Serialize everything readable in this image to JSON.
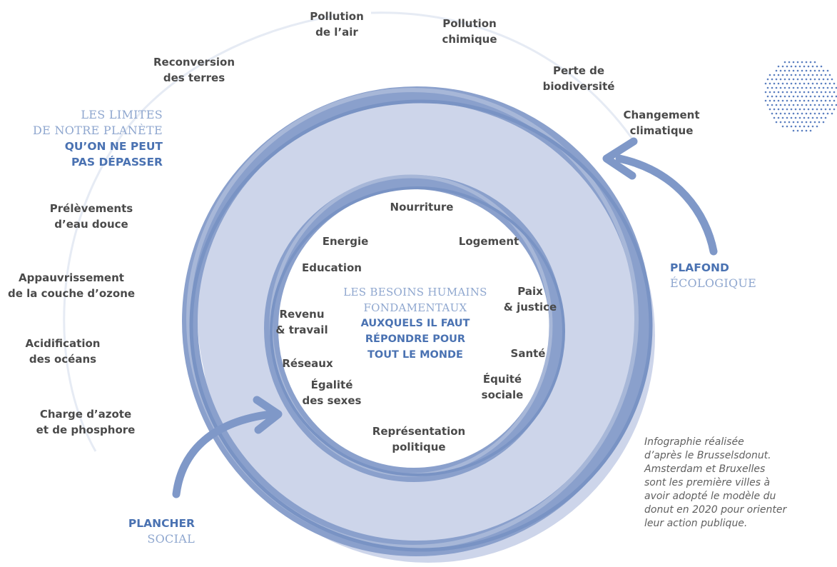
{
  "colors": {
    "ring_light": "#cdd5ea",
    "ring_stroke": "#8aa0cc",
    "accent_dark": "#4a72b2",
    "accent_light": "#8fa7cf",
    "label_text": "#4a4a4a",
    "note_text": "#606060",
    "dots": "#5b7fc0"
  },
  "outer_labels": {
    "pollution_air": [
      "Pollution",
      "de l’air"
    ],
    "pollution_chimique": [
      "Pollution",
      "chimique"
    ],
    "perte_biodiversite": [
      "Perte de",
      "biodiversité"
    ],
    "changement_climatique": [
      "Changement",
      "climatique"
    ],
    "reconversion_terres": [
      "Reconversion",
      "des terres"
    ],
    "prelevements_eau": [
      "Prélèvements",
      "d’eau douce"
    ],
    "ozone": [
      "Appauvrissement",
      "de la couche d’ozone"
    ],
    "acidification": [
      "Acidification",
      "des océans"
    ],
    "azote": [
      "Charge d’azote",
      "et de phosphore"
    ]
  },
  "limits_title": {
    "line1": "LES LIMITES",
    "line2": "DE NOTRE PLANÈTE",
    "line3": "QU’ON NE PEUT",
    "line4": "PAS DÉPASSER"
  },
  "plafond": {
    "strong": "PLAFOND",
    "light": "ÉCOLOGIQUE"
  },
  "plancher": {
    "strong": "PLANCHER",
    "light": "SOCIAL"
  },
  "center_title": {
    "line1": "LES BESOINS HUMAINS",
    "line2": "FONDAMENTAUX",
    "line3": "AUXQUELS IL FAUT",
    "line4": "RÉPONDRE POUR",
    "line5": "TOUT LE MONDE"
  },
  "inner_labels": {
    "nourriture": [
      "Nourriture"
    ],
    "energie": [
      "Energie"
    ],
    "logement": [
      "Logement"
    ],
    "education": [
      "Education"
    ],
    "paix": [
      "Paix",
      "& justice"
    ],
    "revenu": [
      "Revenu",
      "& travail"
    ],
    "sante": [
      "Santé"
    ],
    "reseaux": [
      "Réseaux"
    ],
    "equite": [
      "Équité",
      "sociale"
    ],
    "egalite": [
      "Égalité",
      "des sexes"
    ],
    "representation": [
      "Représentation",
      "politique"
    ]
  },
  "note": {
    "line1": "Infographie réalisée",
    "line2": "d’après le Brusselsdonut.",
    "line3": "Amsterdam et Bruxelles",
    "line4": "sont les première villes à",
    "line5": "avoir adopté le modèle du",
    "line6": "donut en 2020 pour orienter",
    "line7": "leur action publique."
  }
}
